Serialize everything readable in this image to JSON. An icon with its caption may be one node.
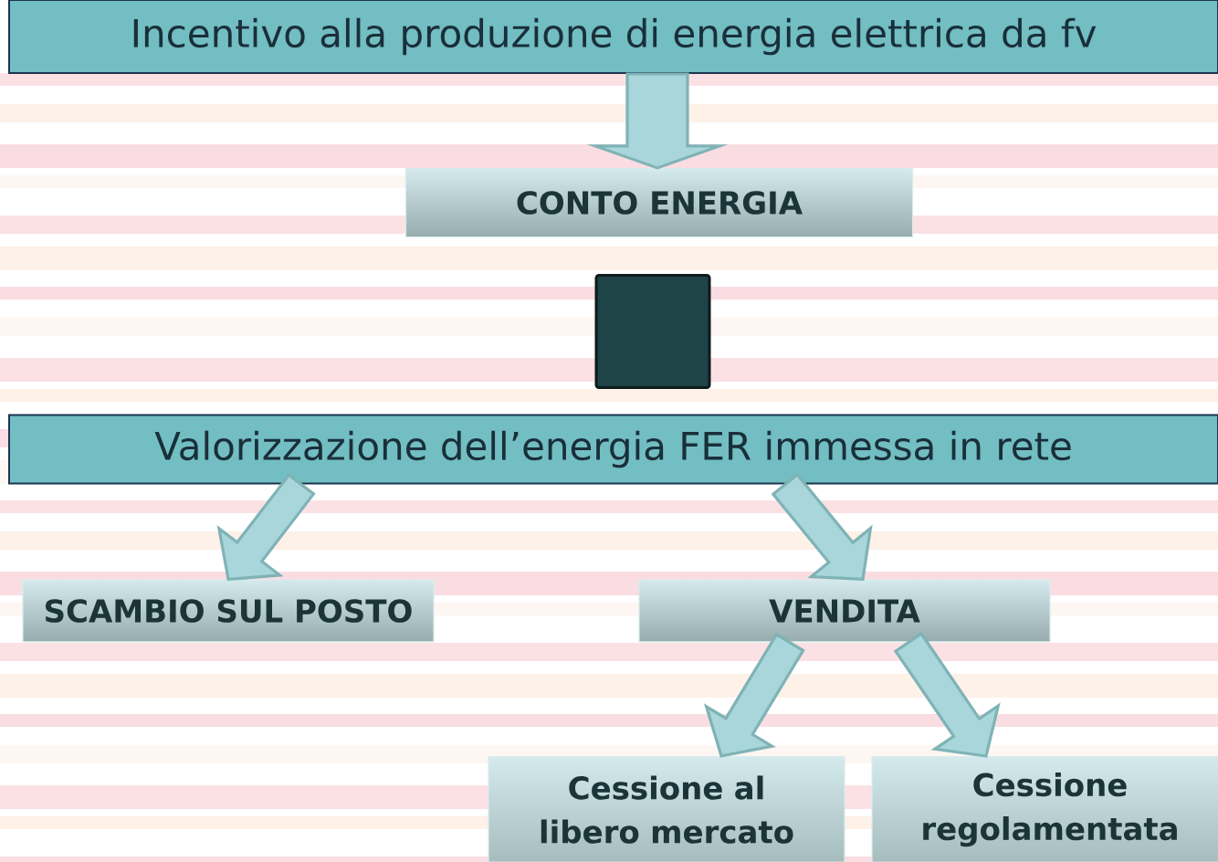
{
  "diagram": {
    "nodes": [
      {
        "text": [
          "Incentivo alla produzione di energia elettrica da fv"
        ]
      },
      {
        "text": [
          "CONTO ENERGIA"
        ]
      },
      {
        "text": [],
        "shape": "box"
      },
      {
        "text": [
          "Valorizzazione dell’energia FER immessa in rete"
        ]
      },
      {
        "text": [
          "SCAMBIO SUL POSTO"
        ]
      },
      {
        "text": [
          "VENDITA"
        ]
      },
      {
        "text": [
          "Cessione al libero mercato"
        ]
      },
      {
        "text": [
          "Cessione regolamentata"
        ]
      }
    ],
    "edges": [
      {
        "from": 0,
        "to": 1,
        "arrow": "to"
      },
      {
        "from": 3,
        "to": 4,
        "arrow": "to"
      },
      {
        "from": 3,
        "to": 5,
        "arrow": "to"
      },
      {
        "from": 5,
        "to": 6,
        "arrow": "to"
      },
      {
        "from": 5,
        "to": 7,
        "arrow": "to"
      }
    ]
  }
}
